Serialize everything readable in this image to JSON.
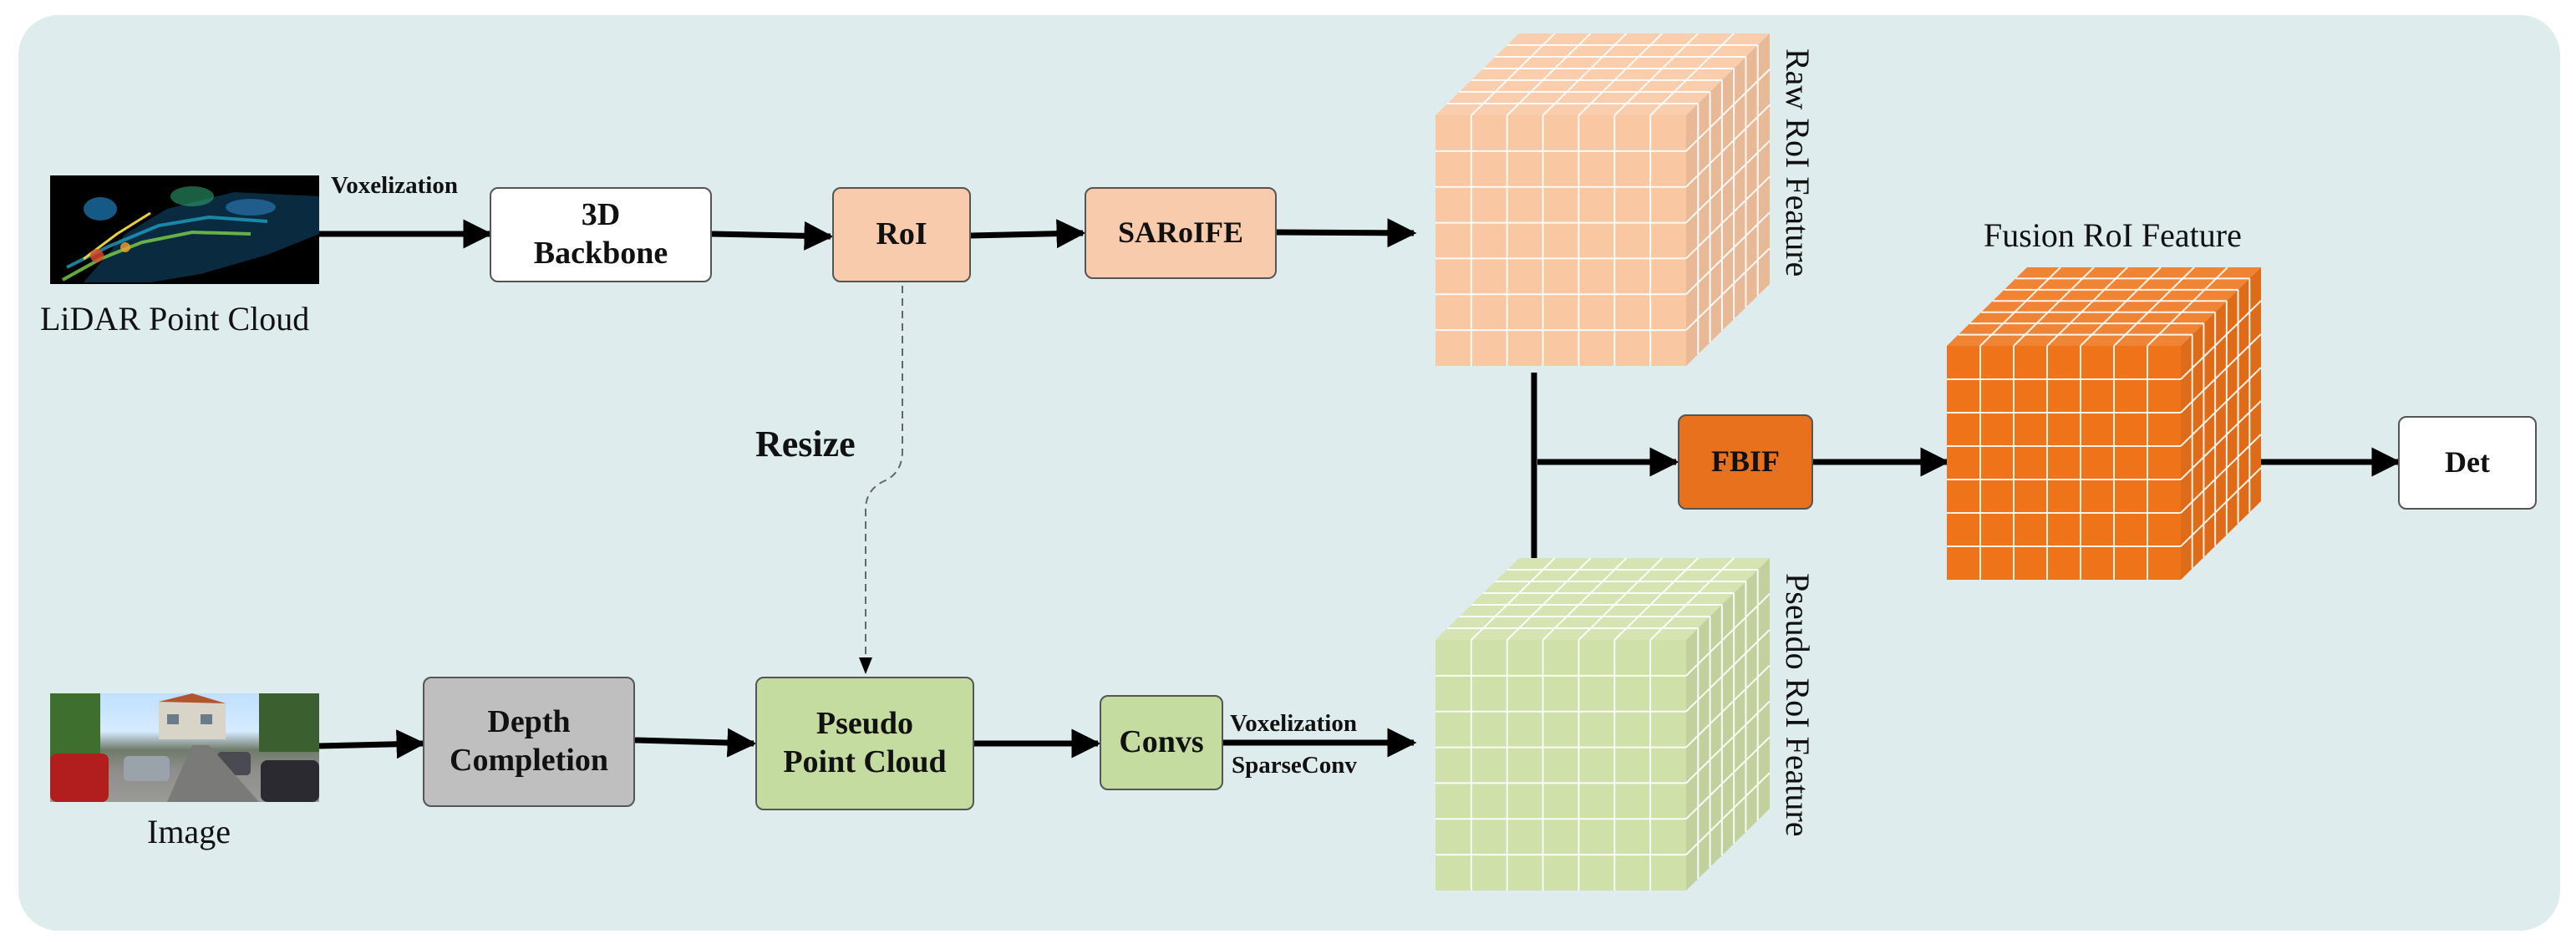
{
  "inputs": {
    "lidar": {
      "label": "LiDAR Point Cloud"
    },
    "image": {
      "label": "Image"
    }
  },
  "modules": {
    "backbone": "3D\nBackbone",
    "roi": "RoI",
    "saroife": "SARoIFE",
    "depth_completion": "Depth\nCompletion",
    "pseudo_point_cloud": "Pseudo\nPoint Cloud",
    "convs": "Convs",
    "fbif": "FBIF",
    "det": "Det"
  },
  "edge_labels": {
    "voxelization_top": "Voxelization",
    "resize": "Resize",
    "voxelization_bottom": "Voxelization",
    "sparseconv": "SparseConv"
  },
  "features": {
    "raw": "Raw RoI Feature",
    "pseudo": "Pseudo RoI Feature",
    "fusion": "Fusion RoI Feature"
  },
  "colors": {
    "panel": "#deeced",
    "peach": "#f8cbad",
    "gray": "#bfbfbf",
    "green": "#c5dca0",
    "orange": "#e8711d",
    "raw_cube": "#f9c7a2",
    "pseudo_cube": "#cfe0a8",
    "fusion_cube": "#ee7319"
  }
}
